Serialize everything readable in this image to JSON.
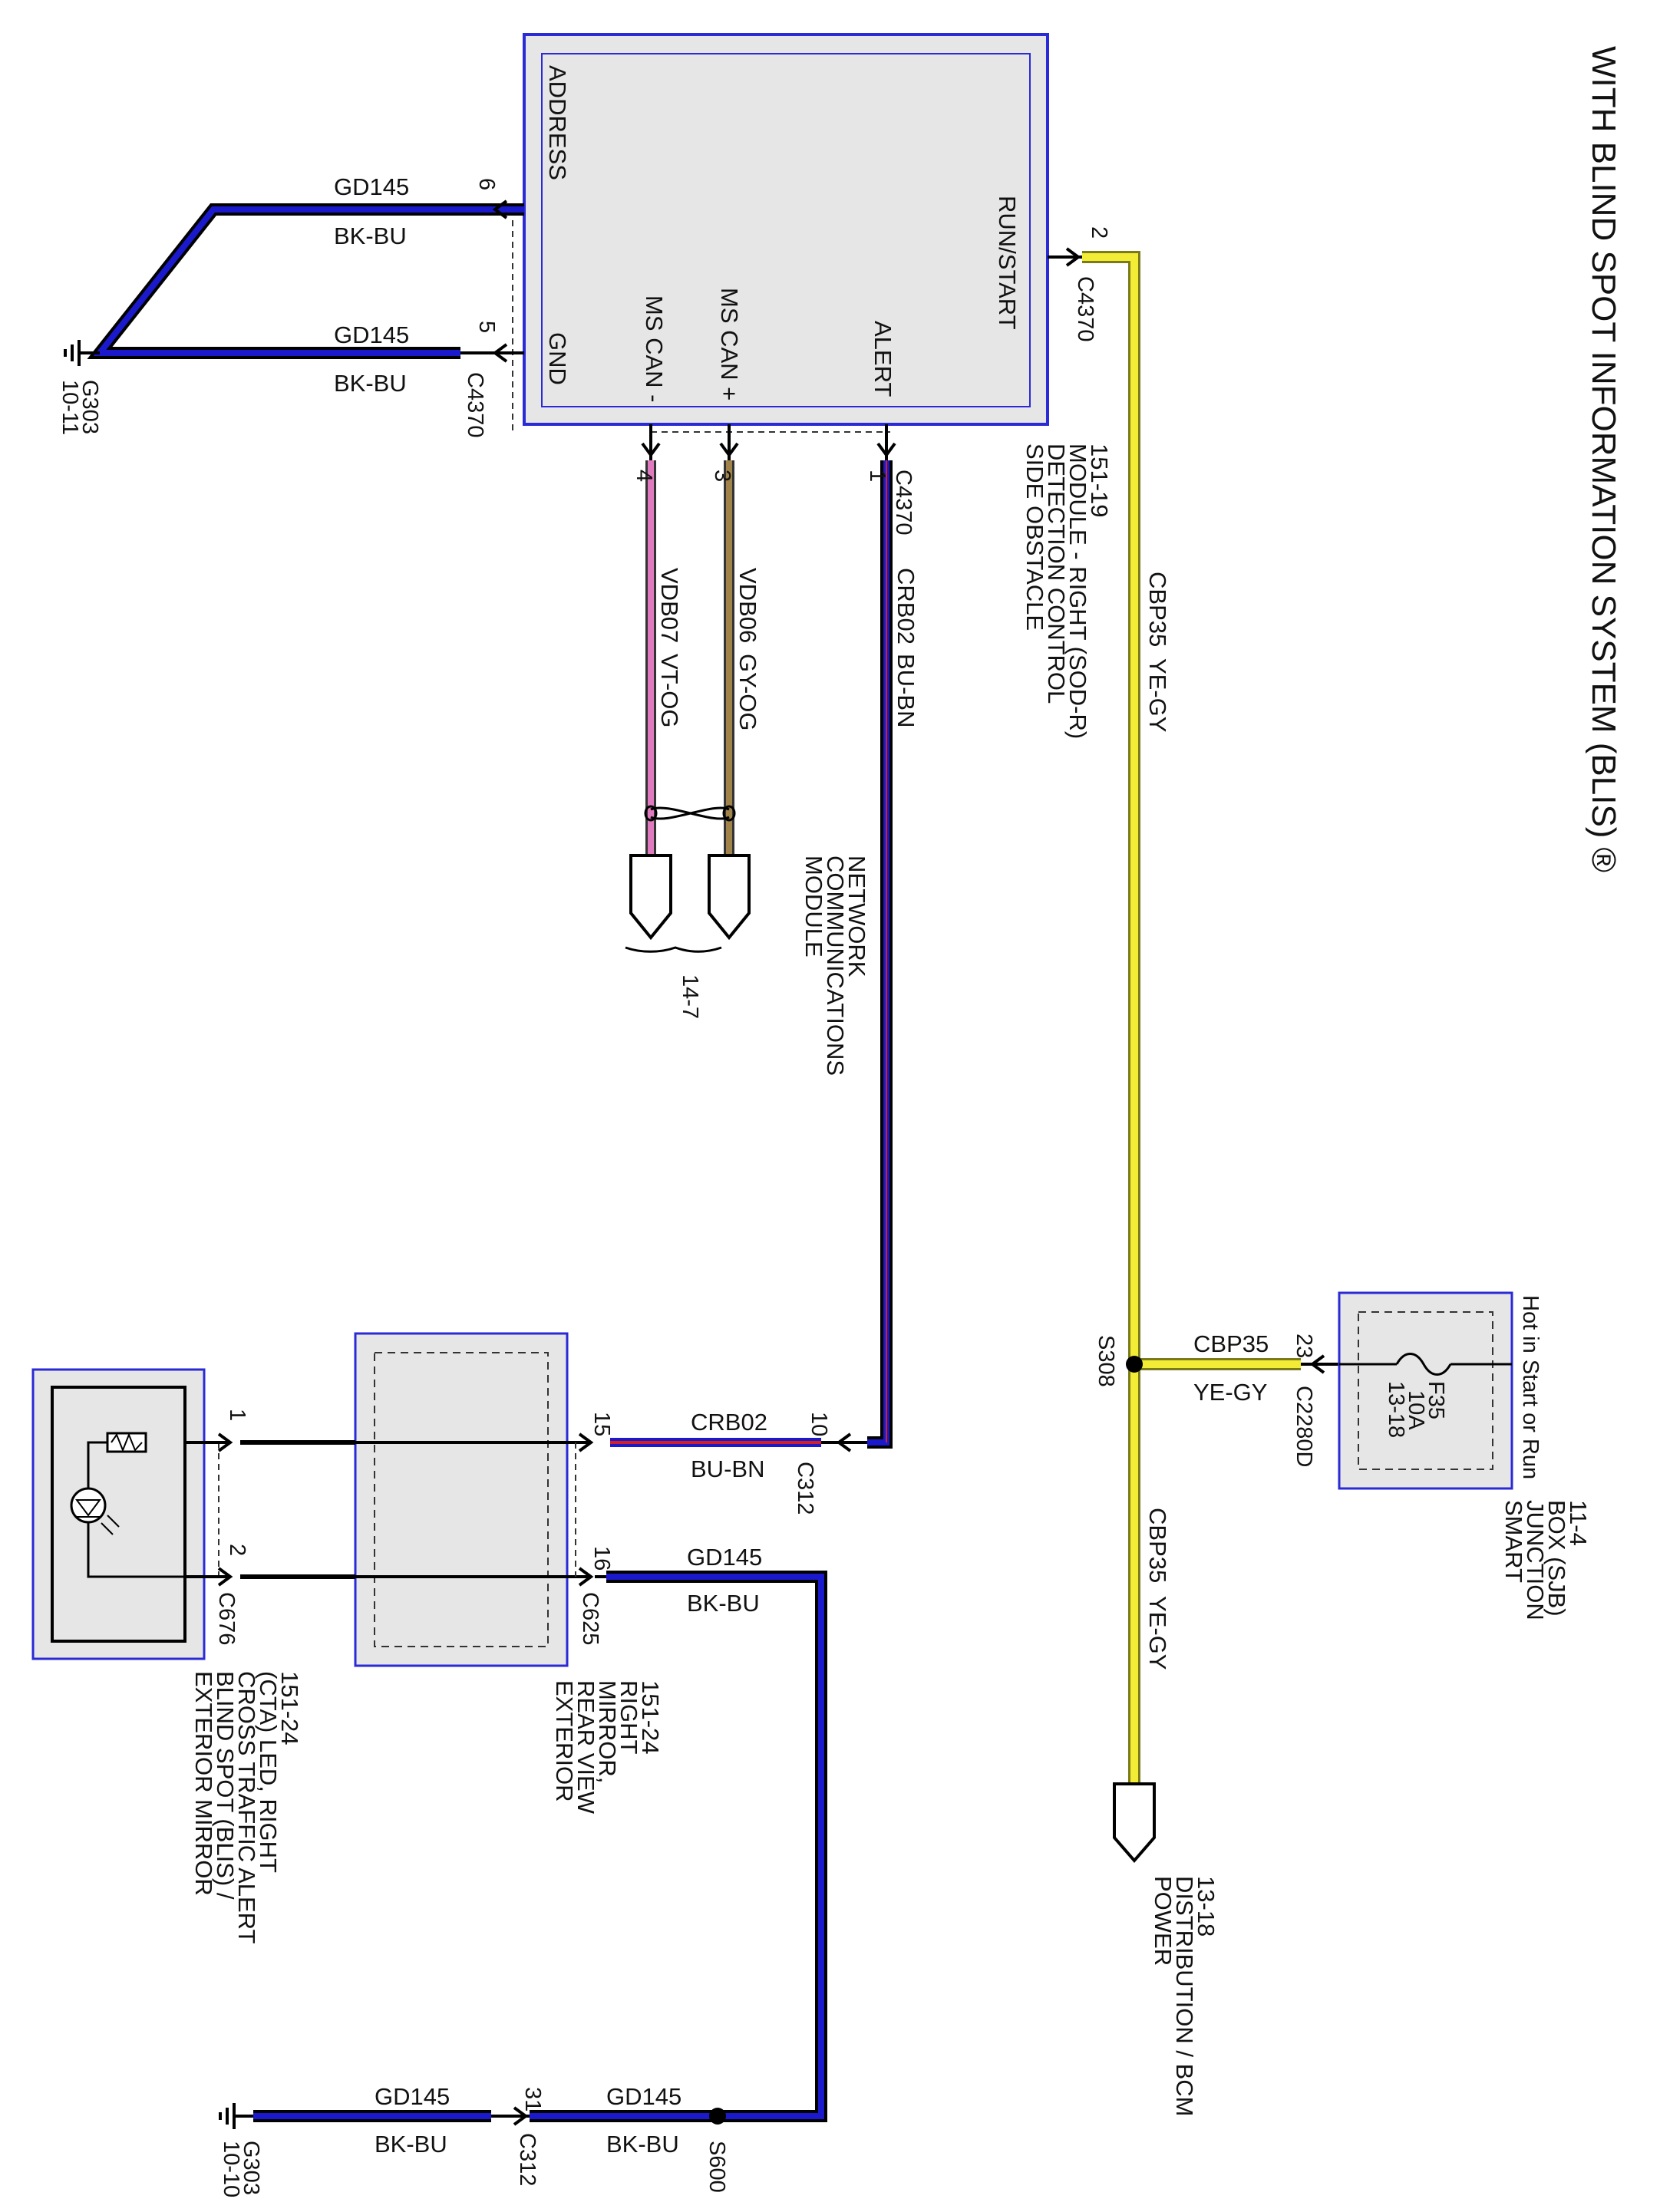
{
  "title": "WITH BLIND SPOT INFORMATION SYSTEM (BLIS) ®",
  "colors": {
    "yellow": "#f2ec36",
    "yellow_edge": "#7a7a1a",
    "blue": "#1a1acc",
    "pink": "#e07abf",
    "brown": "#a0834a",
    "red_stripe": "#d42020",
    "box_border": "#2a2ad6"
  },
  "sod": {
    "name_lines": [
      "SIDE OBSTACLE",
      "DETECTION CONTROL",
      "MODULE - RIGHT (SOD-R)",
      "151-19"
    ],
    "pins": {
      "address": "ADDRESS",
      "gnd": "GND",
      "ms_can_minus": "MS CAN -",
      "ms_can_plus": "MS CAN +",
      "alert": "ALERT",
      "run_start": "RUN/START"
    },
    "connector": "C4370"
  },
  "wires": {
    "gd145_top": {
      "circuit": "GD145",
      "color": "BK-BU",
      "pin": "6"
    },
    "gd145_gnd": {
      "circuit": "GD145",
      "color": "BK-BU",
      "pin": "5",
      "connector": "C4370"
    },
    "ground_top": {
      "id": "G303",
      "ref": "10-11"
    },
    "run_start": {
      "pin": "2",
      "connector": "C4370"
    },
    "cbp35_main": {
      "circuit": "CBP35",
      "color": "YE-GY"
    },
    "cbp35_lower": {
      "circuit": "CBP35",
      "color": "YE-GY"
    },
    "cbp35_sjb": {
      "circuit": "CBP35",
      "color": "YE-GY",
      "pin": "23",
      "connector": "C2280D"
    },
    "splice_s308": "S308",
    "crb02": {
      "circuit": "CRB02",
      "color": "BU-BN",
      "pin": "1",
      "connector": "C4370"
    },
    "vdb06": {
      "circuit": "VDB06",
      "color": "GY-OG",
      "pin": "3"
    },
    "vdb07": {
      "circuit": "VDB07",
      "color": "VT-OG",
      "pin": "4"
    },
    "crb02_mirror": {
      "circuit": "CRB02",
      "color": "BU-BN",
      "pin_in": "10",
      "connector": "C312",
      "pin_out": "15"
    },
    "gd145_mirror": {
      "circuit": "GD145",
      "color": "BK-BU",
      "pin": "16",
      "connector": "C625"
    },
    "led_pin1": "1",
    "led_pin2": "2",
    "led_connector": "C676",
    "gd145_bottom_a": {
      "circuit": "GD145",
      "color": "BK-BU"
    },
    "gd145_bottom_b": {
      "circuit": "GD145",
      "color": "BK-BU",
      "pin": "31",
      "connector": "C312"
    },
    "splice_s600": "S600",
    "ground_bottom": {
      "id": "G303",
      "ref": "10-10"
    }
  },
  "sjb": {
    "hot_label": "Hot in Start or Run",
    "fuse": "F35",
    "fuse_rating": "10A",
    "fuse_ref": "13-18",
    "name_lines": [
      "SMART",
      "JUNCTION",
      "BOX (SJB)",
      "11-4"
    ]
  },
  "power_dist": {
    "name_lines": [
      "POWER",
      "DISTRIBUTION / BCM",
      "13-18"
    ]
  },
  "network": {
    "name_lines": [
      "MODULE",
      "COMMUNICATIONS",
      "NETWORK"
    ],
    "ref": "14-7"
  },
  "mirror": {
    "name_lines": [
      "EXTERIOR",
      "REAR VIEW",
      "MIRROR,",
      "RIGHT",
      "151-24"
    ]
  },
  "led": {
    "name_lines": [
      "EXTERIOR MIRROR",
      "BLIND SPOT (BLIS) /",
      "CROSS TRAFFIC ALERT",
      "(CTA) LED, RIGHT",
      "151-24"
    ]
  }
}
